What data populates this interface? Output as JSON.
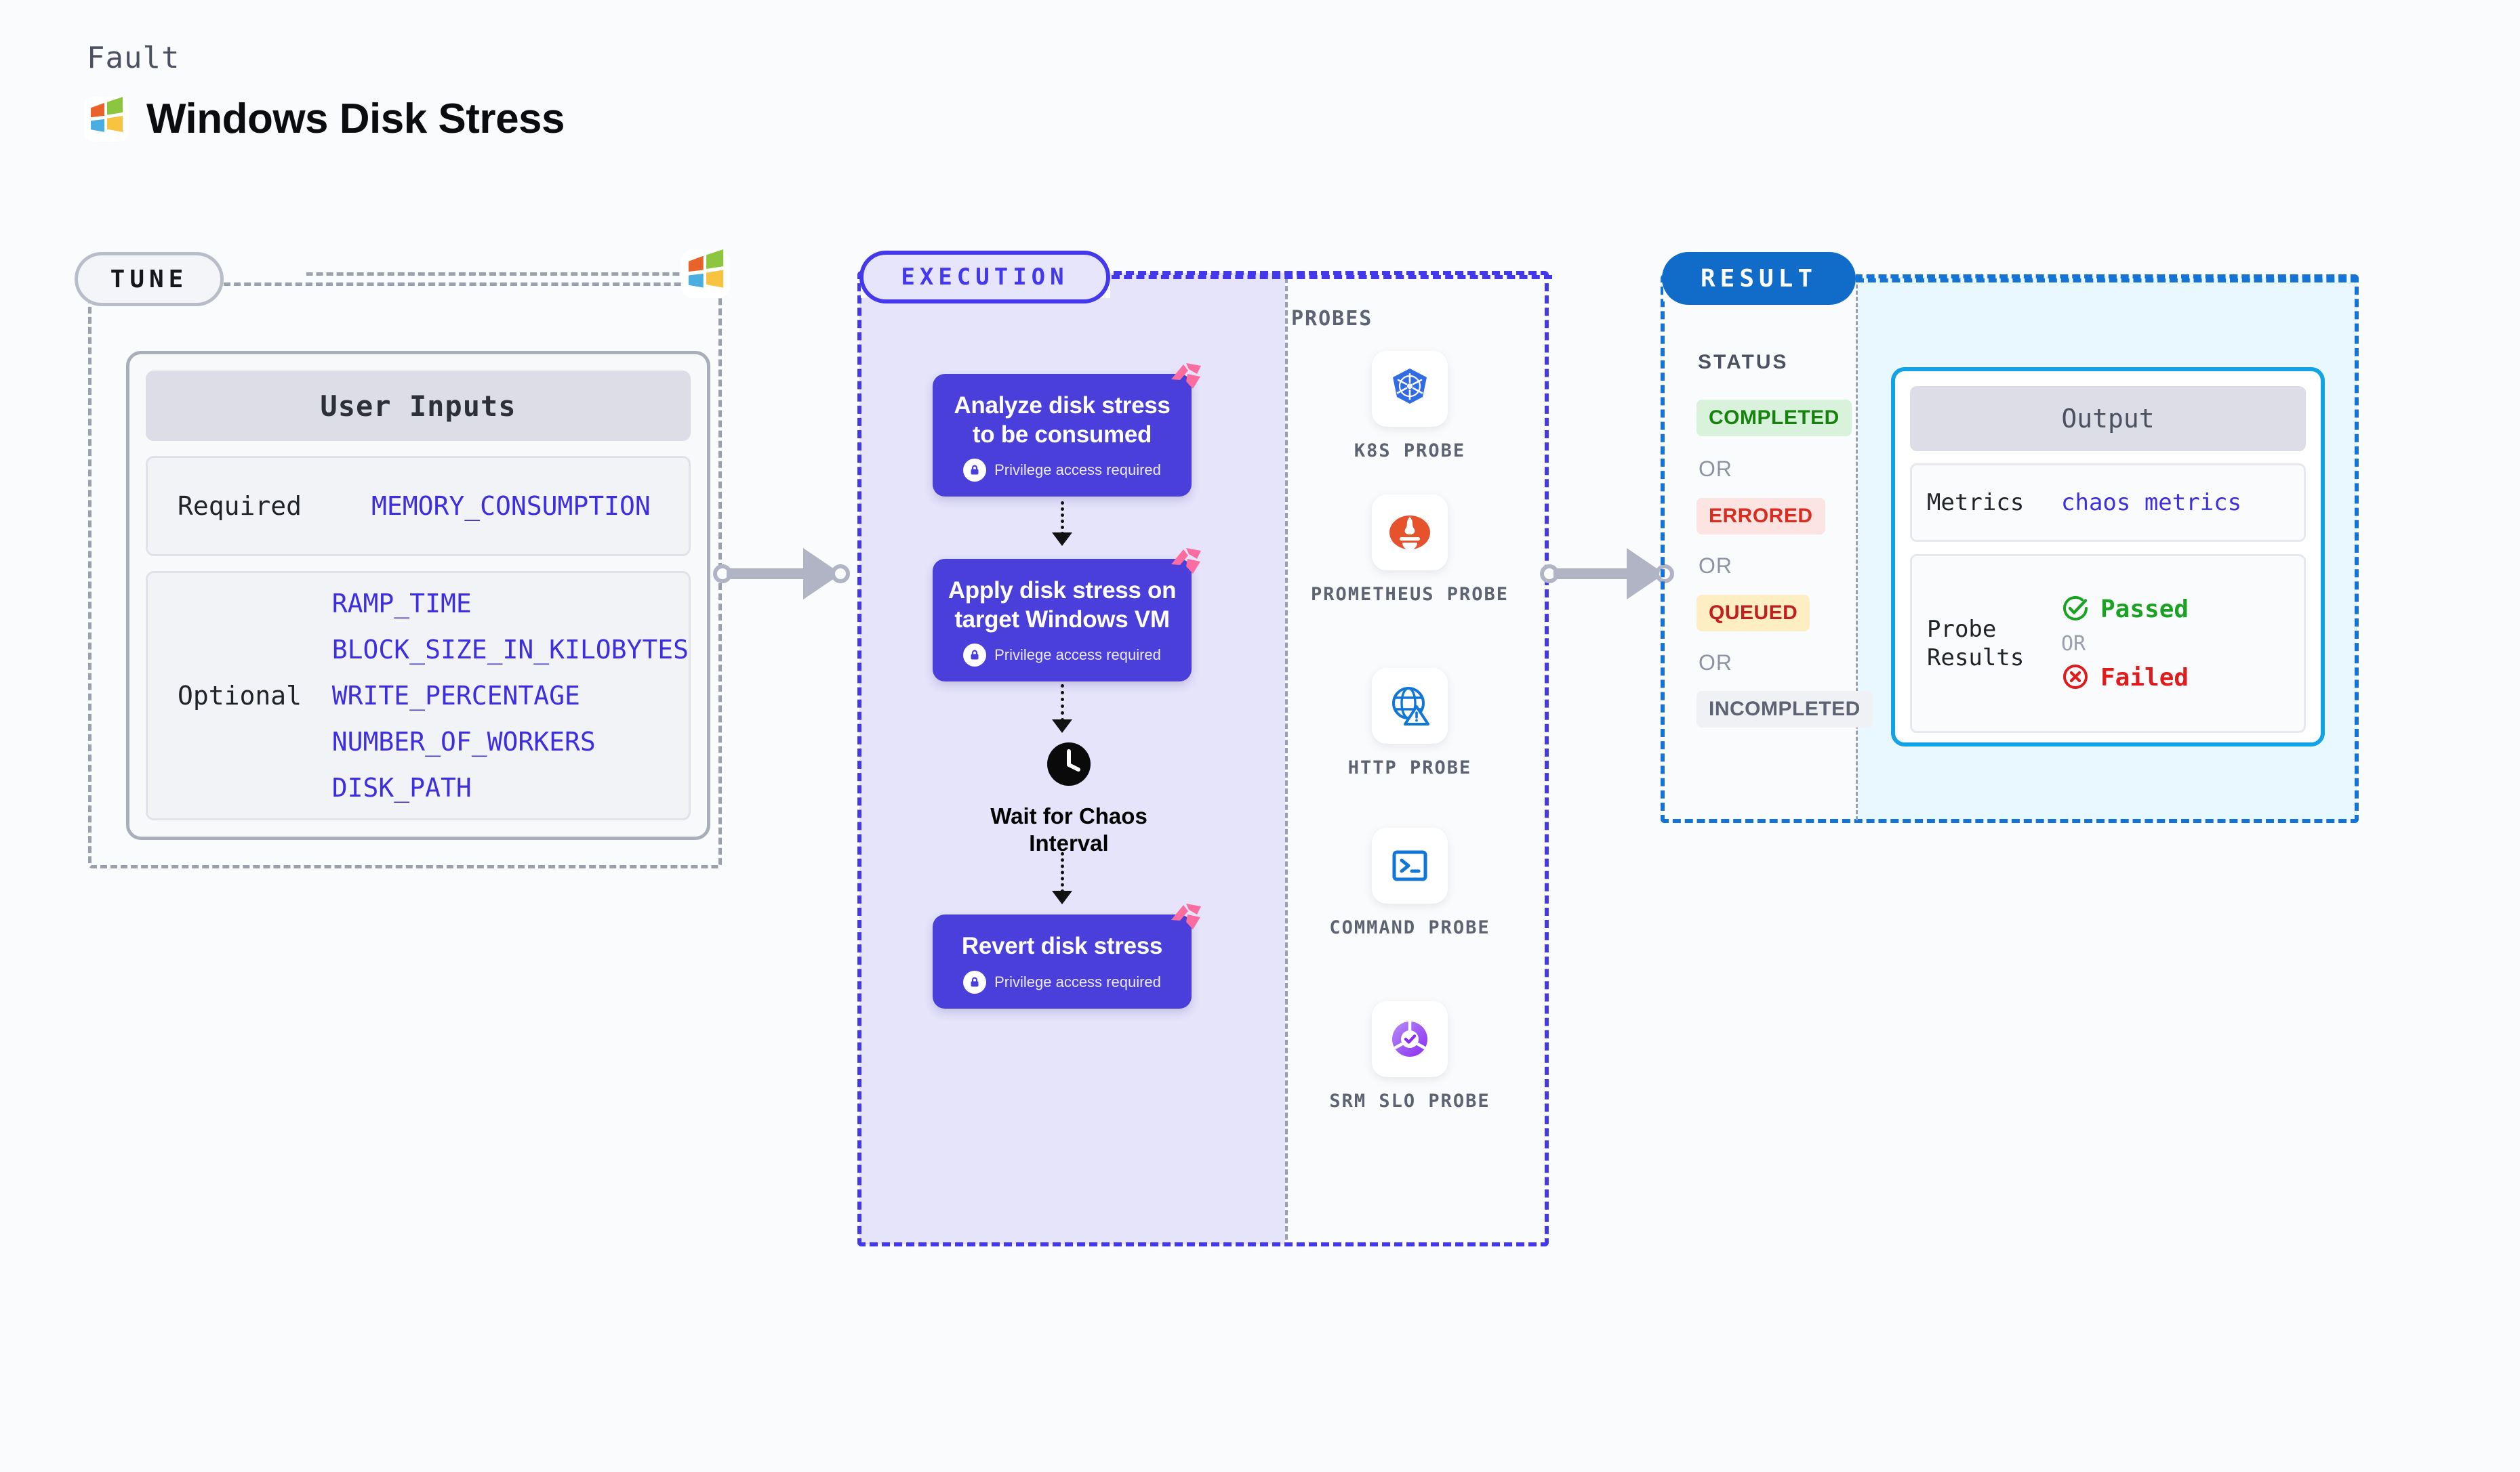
{
  "header": {
    "kicker": "Fault",
    "title": "Windows Disk Stress",
    "logo_icon": "windows-logo-icon"
  },
  "tune": {
    "badge": "TUNE",
    "card_title": "User Inputs",
    "rows": [
      {
        "label": "Required",
        "values": [
          "MEMORY_CONSUMPTION"
        ]
      },
      {
        "label": "Optional",
        "values": [
          "RAMP_TIME",
          "BLOCK_SIZE_IN_KILOBYTES",
          "WRITE_PERCENTAGE",
          "NUMBER_OF_WORKERS",
          "DISK_PATH"
        ]
      }
    ]
  },
  "execution": {
    "badge": "EXECUTION",
    "privilege_text": "Privilege access required",
    "steps": [
      {
        "title": "Analyze disk stress to be consumed",
        "privilege": true,
        "chaos_mark": true
      },
      {
        "title": "Apply disk stress on target Windows VM",
        "privilege": true,
        "chaos_mark": true
      },
      {
        "title": "Revert disk stress",
        "privilege": true,
        "chaos_mark": true
      }
    ],
    "wait_node": {
      "label": "Wait for Chaos Interval",
      "icon": "clock-icon"
    }
  },
  "probes": {
    "label": "PROBES",
    "items": [
      {
        "name": "K8S PROBE",
        "icon": "kubernetes-icon"
      },
      {
        "name": "PROMETHEUS PROBE",
        "icon": "prometheus-icon"
      },
      {
        "name": "HTTP PROBE",
        "icon": "http-globe-warning-icon"
      },
      {
        "name": "COMMAND PROBE",
        "icon": "terminal-icon"
      },
      {
        "name": "SRM SLO PROBE",
        "icon": "srm-slo-icon"
      }
    ]
  },
  "result": {
    "badge": "RESULT",
    "status_label": "STATUS",
    "or_label": "OR",
    "statuses": [
      {
        "text": "COMPLETED",
        "bg": "#d9f2dc",
        "fg": "#18820e"
      },
      {
        "text": "ERRORED",
        "bg": "#fce4e2",
        "fg": "#d92d20"
      },
      {
        "text": "QUEUED",
        "bg": "#fdeec4",
        "fg": "#c02020"
      },
      {
        "text": "INCOMPLETED",
        "bg": "#f0f1f5",
        "fg": "#5d6372"
      }
    ],
    "output": {
      "title": "Output",
      "metrics_label": "Metrics",
      "metrics_value": "chaos metrics",
      "probe_results_label": "Probe Results",
      "passed_text": "Passed",
      "failed_text": "Failed",
      "or_label": "OR"
    }
  },
  "colors": {
    "accent_indigo": "#4338ec",
    "card_indigo": "#4a3fdb",
    "result_blue": "#106cc8",
    "output_cyan": "#12a3e6",
    "chaos_pink": "#fb6ca0",
    "gray_dash": "#9aa0ae"
  }
}
